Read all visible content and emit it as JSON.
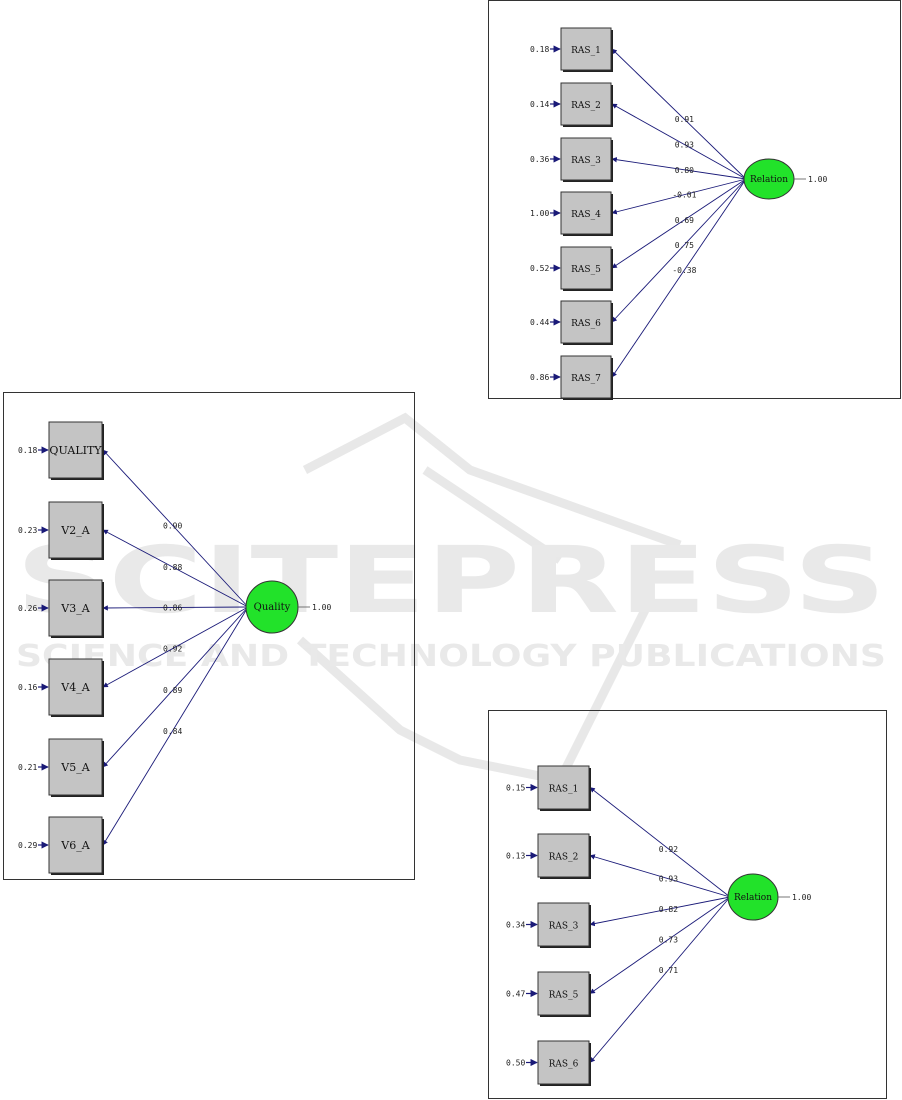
{
  "panels": [
    {
      "id": "quality",
      "latent": {
        "label": "Quality",
        "variance": "1.00"
      },
      "indicators": [
        {
          "label": "QUALITY",
          "error": "0.18",
          "loading": "0.90"
        },
        {
          "label": "V2_A",
          "error": "0.23",
          "loading": "0.88"
        },
        {
          "label": "V3_A",
          "error": "0.26",
          "loading": "0.86"
        },
        {
          "label": "V4_A",
          "error": "0.16",
          "loading": "0.92"
        },
        {
          "label": "V5_A",
          "error": "0.21",
          "loading": "0.89"
        },
        {
          "label": "V6_A",
          "error": "0.29",
          "loading": "0.84"
        }
      ]
    },
    {
      "id": "relation7",
      "latent": {
        "label": "Relation",
        "variance": "1.00"
      },
      "indicators": [
        {
          "label": "RAS_1",
          "error": "0.18",
          "loading": "0.91"
        },
        {
          "label": "RAS_2",
          "error": "0.14",
          "loading": "0.93"
        },
        {
          "label": "RAS_3",
          "error": "0.36",
          "loading": "0.80"
        },
        {
          "label": "RAS_4",
          "error": "1.00",
          "loading": "-0.01"
        },
        {
          "label": "RAS_5",
          "error": "0.52",
          "loading": "0.69"
        },
        {
          "label": "RAS_6",
          "error": "0.44",
          "loading": "0.75"
        },
        {
          "label": "RAS_7",
          "error": "0.86",
          "loading": "-0.38"
        }
      ]
    },
    {
      "id": "relation5",
      "latent": {
        "label": "Relation",
        "variance": "1.00"
      },
      "indicators": [
        {
          "label": "RAS_1",
          "error": "0.15",
          "loading": "0.92"
        },
        {
          "label": "RAS_2",
          "error": "0.13",
          "loading": "0.93"
        },
        {
          "label": "RAS_3",
          "error": "0.34",
          "loading": "0.82"
        },
        {
          "label": "RAS_5",
          "error": "0.47",
          "loading": "0.73"
        },
        {
          "label": "RAS_6",
          "error": "0.50",
          "loading": "0.71"
        }
      ]
    }
  ],
  "watermark": {
    "title": "SCITEPRESS",
    "subtitle": "SCIENCE AND TECHNOLOGY PUBLICATIONS"
  }
}
